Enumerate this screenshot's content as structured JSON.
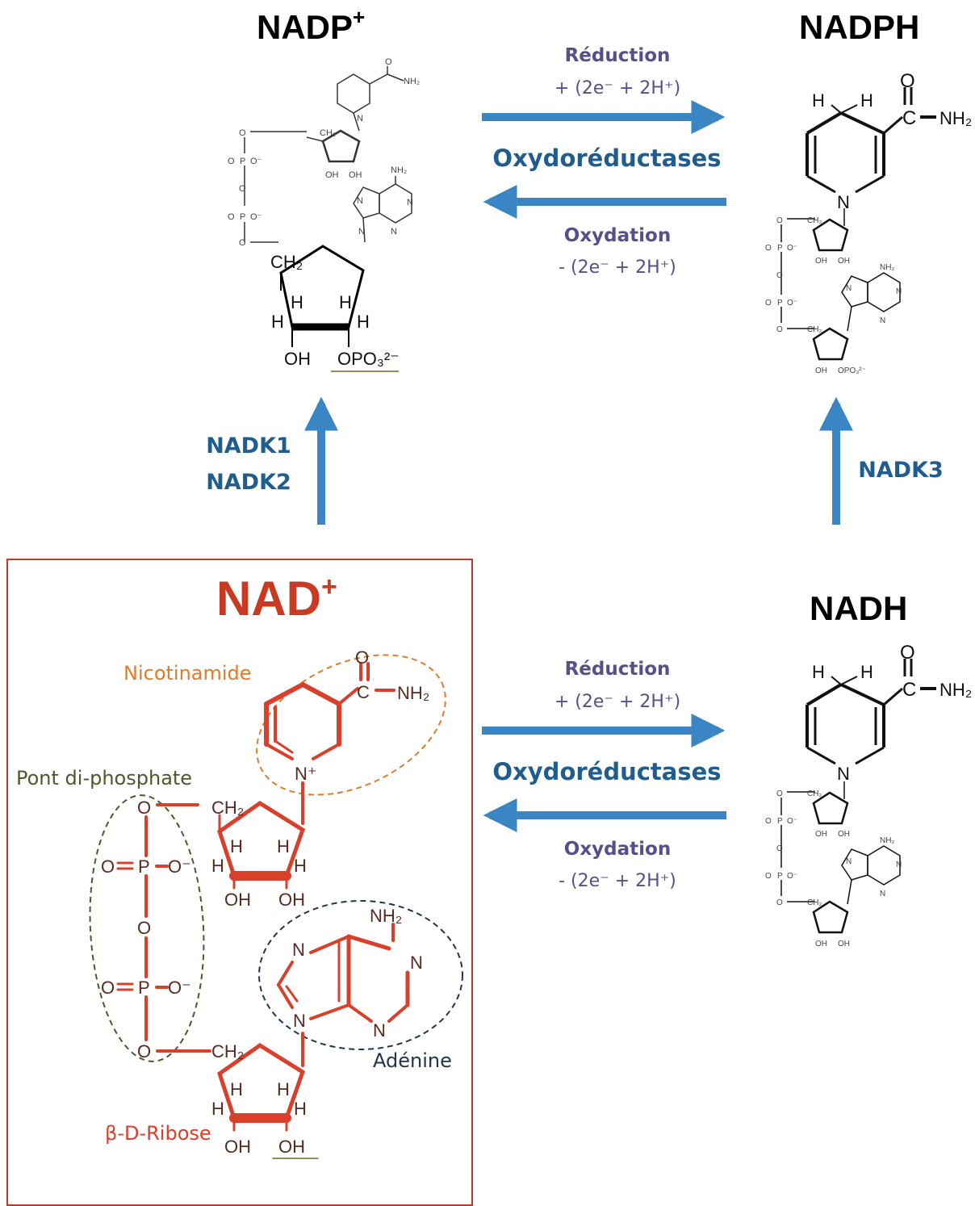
{
  "molecules": {
    "nadp": "NADP",
    "nadp_sup": "+",
    "nadph": "NADPH",
    "nad": "NAD",
    "nad_sup": "+",
    "nadh": "NADH"
  },
  "reactions": {
    "top": {
      "reduction": "Réduction",
      "reduction_eq": "+ (2e⁻ +  2H⁺)",
      "enzyme": "Oxydoréductases",
      "oxidation": "Oxydation",
      "oxidation_eq": "- (2e⁻ +  2H⁺)"
    },
    "bottom": {
      "reduction": "Réduction",
      "reduction_eq": "+ (2e⁻ +  2H⁺)",
      "enzyme": "Oxydoréductases",
      "oxidation": "Oxydation",
      "oxidation_eq": "- (2e⁻ +  2H⁺)"
    }
  },
  "kinases": {
    "left_1": "NADK1",
    "left_2": "NADK2",
    "right": "NADK3"
  },
  "nad_parts": {
    "nicotinamide": "Nicotinamide",
    "diphosphate": "Pont di-phosphate",
    "adenine": "Adénine",
    "ribose": "β-D-Ribose"
  },
  "atoms": {
    "O": "O",
    "C": "C",
    "N": "N",
    "NH2": "NH₂",
    "P": "P",
    "H": "H",
    "OH": "OH",
    "CH2": "CH₂",
    "OPO3": "OPO₃²⁻",
    "Ominus": "O⁻",
    "Nplus": "N⁺"
  },
  "colors": {
    "arrow": "#3a86c5",
    "enzyme_text": "#1f5d8f",
    "equation_text": "#5a4e8a",
    "nad_red": "#d9402b",
    "nicotinamide_orange": "#e07b2a",
    "diphosphate_green": "#4b5a2a",
    "adenine_navy": "#22344d"
  }
}
